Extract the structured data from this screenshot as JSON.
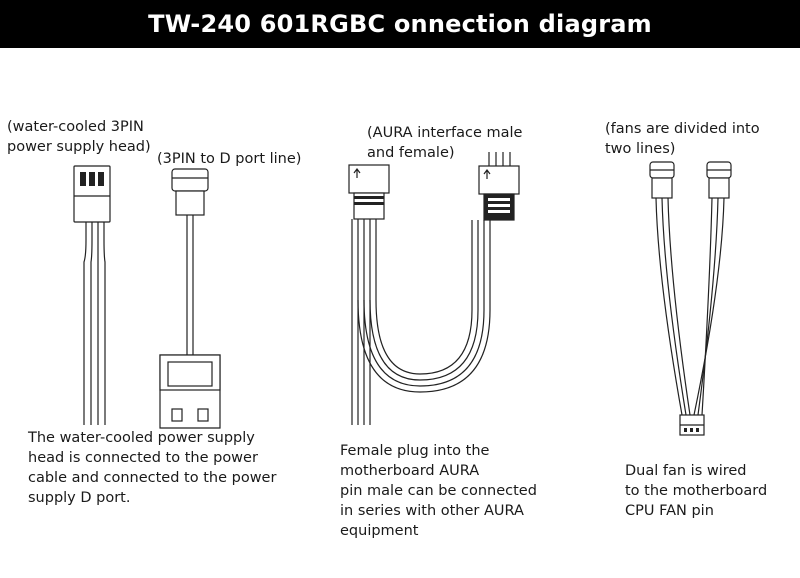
{
  "title": "TW-240 601RGBC onnection diagram",
  "labels": {
    "water_cooled_l1": "(water-cooled 3PIN",
    "water_cooled_l2": "power supply head)",
    "d_port_line": "(3PIN to D port line)",
    "aura_l1": "(AURA interface male",
    "aura_l2": "and female)",
    "fans_l1": "(fans are divided into",
    "fans_l2": "two lines)"
  },
  "descriptions": {
    "water": [
      "The water-cooled power supply",
      "head is connected to the power",
      "cable and connected to the power",
      "supply D port."
    ],
    "aura": [
      "Female plug into the",
      "motherboard AURA",
      "pin male can be connected",
      "in series with other AURA",
      "equipment"
    ],
    "fan": [
      "Dual fan is wired",
      "to the motherboard",
      "CPU FAN pin"
    ]
  }
}
